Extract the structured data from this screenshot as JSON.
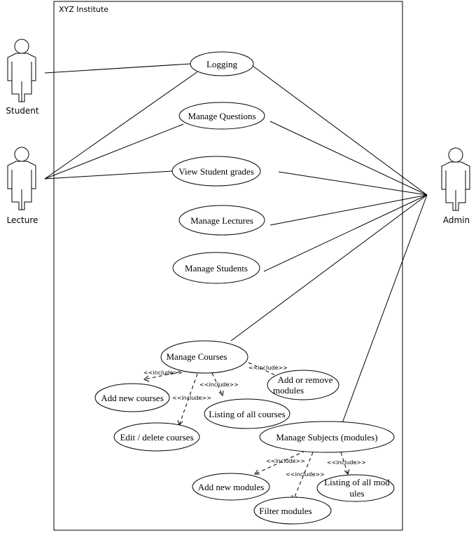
{
  "system": {
    "title": "XYZ Institute"
  },
  "actors": {
    "student": "Student",
    "lecture": "Lecture",
    "admin": "Admin"
  },
  "use_cases": {
    "logging": "Logging",
    "manage_questions": "Manage Questions",
    "view_student_grades": "View Student grades",
    "manage_lectures": "Manage Lectures",
    "manage_students": "Manage Students",
    "manage_courses": "Manage Courses",
    "add_remove_modules_line1": "Add or remove",
    "add_remove_modules_line2": "modules",
    "add_new_courses": "Add new courses",
    "listing_all_courses": "Listing of all courses",
    "edit_delete_courses": "Edit / delete courses",
    "manage_subjects": "Manage Subjects (modules)",
    "add_new_modules": "Add new modules",
    "listing_all_modules_line1": "Listing of all mod",
    "listing_all_modules_line2": "ules",
    "filter_modules": "Filter modules"
  },
  "relations": {
    "include": "<<include>>"
  }
}
